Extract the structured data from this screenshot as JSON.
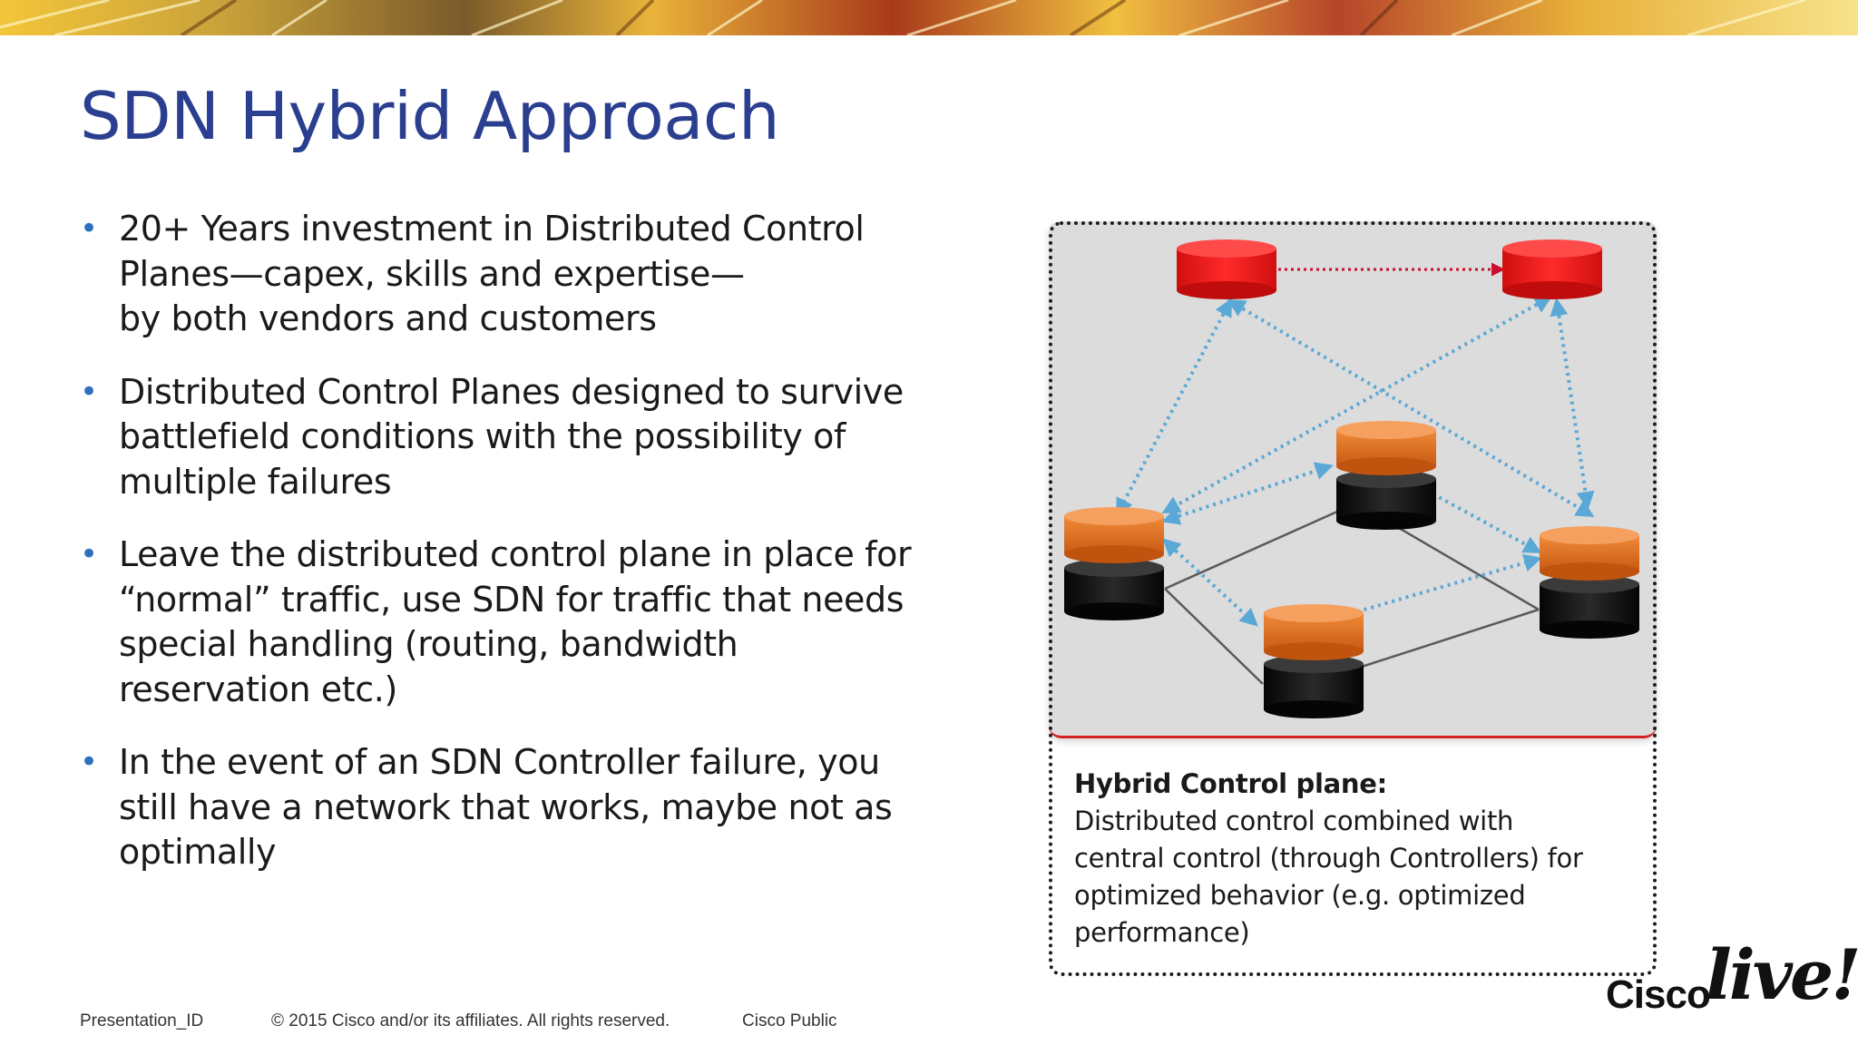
{
  "slide": {
    "title": "SDN Hybrid Approach",
    "bullets": [
      "20+ Years investment in Distributed Control\nPlanes—capex, skills and expertise—\nby both vendors and customers",
      "Distributed Control Planes designed to survive\nbattlefield conditions with the possibility of\nmultiple failures",
      "Leave the distributed control plane in place for\n“normal” traffic, use SDN for traffic that needs\nspecial handling (routing, bandwidth\nreservation etc.)",
      "In the event of an SDN Controller failure, you\nstill have a network that works, maybe not as\noptimally"
    ],
    "bullet_symbol": "•"
  },
  "diagram": {
    "caption_title": "Hybrid Control plane:",
    "caption_body": "Distributed control combined with\ncentral control (through Controllers) for\noptimized behavior (e.g. optimized\nperformance)",
    "colors": {
      "controller": "#e41d1d",
      "switch_top": "#e8701e",
      "switch_bottom": "#111111",
      "link": "#5aa8d6",
      "controller_link": "#c8102e",
      "physical_link": "#555555"
    }
  },
  "footer": {
    "presentation_id": "Presentation_ID",
    "copyright": "© 2015 Cisco and/or its affiliates. All rights reserved.",
    "classification": "Cisco Public"
  },
  "logo": {
    "word1": "Cisco",
    "word2": "live!"
  },
  "colors": {
    "title": "#2a3f8f",
    "bullet": "#2f6fc0"
  }
}
